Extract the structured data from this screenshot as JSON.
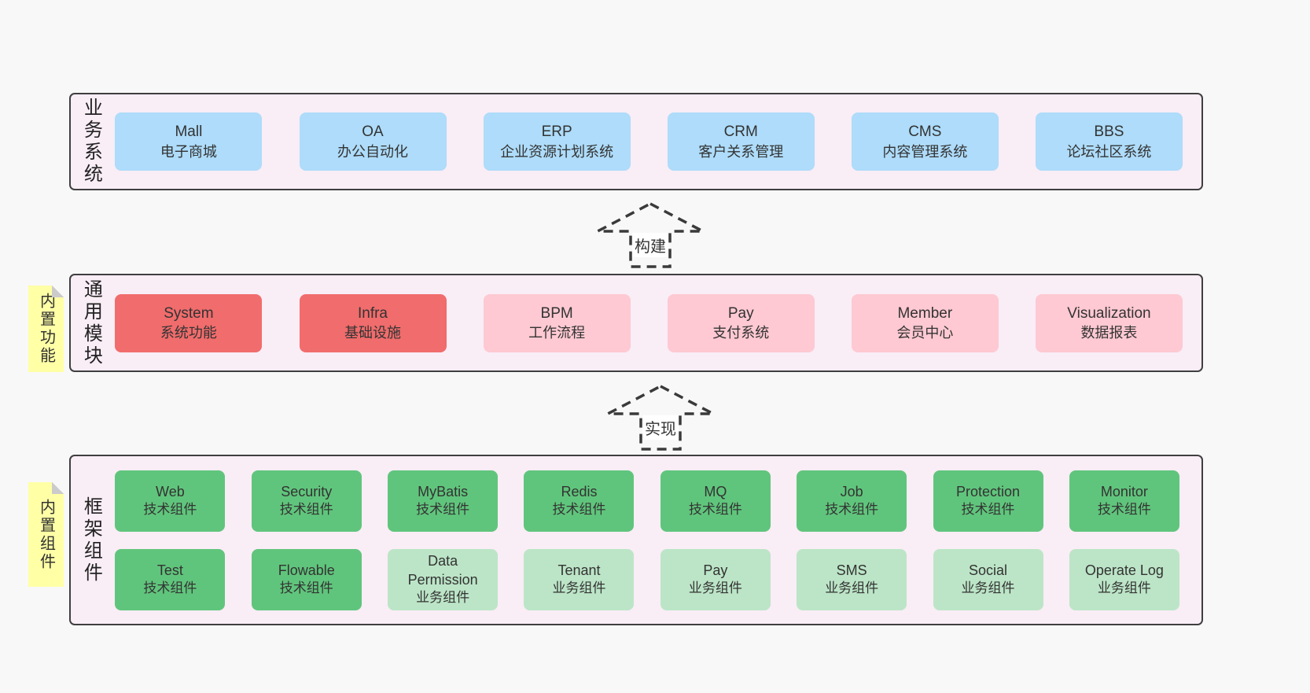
{
  "colors": {
    "page_bg": "#f8f8f8",
    "tier_bg": "#f9edf6",
    "tier_border": "#3f3f3f",
    "box_blue": "#aedcfa",
    "box_red": "#f16c6c",
    "box_pink": "#fec9d2",
    "box_green": "#60c57c",
    "box_light_green": "#bce5c7",
    "note_yellow": "#ffffa6",
    "text": "#333333"
  },
  "tiers": {
    "business": {
      "label": "业务系统",
      "boxes": [
        {
          "en": "Mall",
          "zh": "电子商城",
          "type": "blue"
        },
        {
          "en": "OA",
          "zh": "办公自动化",
          "type": "blue"
        },
        {
          "en": "ERP",
          "zh": "企业资源计划系统",
          "type": "blue"
        },
        {
          "en": "CRM",
          "zh": "客户关系管理",
          "type": "blue"
        },
        {
          "en": "CMS",
          "zh": "内容管理系统",
          "type": "blue"
        },
        {
          "en": "BBS",
          "zh": "论坛社区系统",
          "type": "blue"
        }
      ]
    },
    "modules": {
      "label": "通用模块",
      "note": "内置功能",
      "boxes": [
        {
          "en": "System",
          "zh": "系统功能",
          "type": "red"
        },
        {
          "en": "Infra",
          "zh": "基础设施",
          "type": "red"
        },
        {
          "en": "BPM",
          "zh": "工作流程",
          "type": "pink"
        },
        {
          "en": "Pay",
          "zh": "支付系统",
          "type": "pink"
        },
        {
          "en": "Member",
          "zh": "会员中心",
          "type": "pink"
        },
        {
          "en": "Visualization",
          "zh": "数据报表",
          "type": "pink"
        }
      ]
    },
    "framework": {
      "label": "框架组件",
      "note": "内置组件",
      "boxes": [
        {
          "en": "Web",
          "zh": "技术组件",
          "type": "green"
        },
        {
          "en": "Security",
          "zh": "技术组件",
          "type": "green"
        },
        {
          "en": "MyBatis",
          "zh": "技术组件",
          "type": "green"
        },
        {
          "en": "Redis",
          "zh": "技术组件",
          "type": "green"
        },
        {
          "en": "MQ",
          "zh": "技术组件",
          "type": "green"
        },
        {
          "en": "Job",
          "zh": "技术组件",
          "type": "green"
        },
        {
          "en": "Protection",
          "zh": "技术组件",
          "type": "green"
        },
        {
          "en": "Monitor",
          "zh": "技术组件",
          "type": "green"
        },
        {
          "en": "Test",
          "zh": "技术组件",
          "type": "green"
        },
        {
          "en": "Flowable",
          "zh": "技术组件",
          "type": "green"
        },
        {
          "en": "Data Permission",
          "zh": "业务组件",
          "type": "lightgreen"
        },
        {
          "en": "Tenant",
          "zh": "业务组件",
          "type": "lightgreen"
        },
        {
          "en": "Pay",
          "zh": "业务组件",
          "type": "lightgreen"
        },
        {
          "en": "SMS",
          "zh": "业务组件",
          "type": "lightgreen"
        },
        {
          "en": "Social",
          "zh": "业务组件",
          "type": "lightgreen"
        },
        {
          "en": "Operate Log",
          "zh": "业务组件",
          "type": "lightgreen"
        }
      ]
    }
  },
  "arrows": [
    {
      "label": "构建"
    },
    {
      "label": "实现"
    }
  ]
}
